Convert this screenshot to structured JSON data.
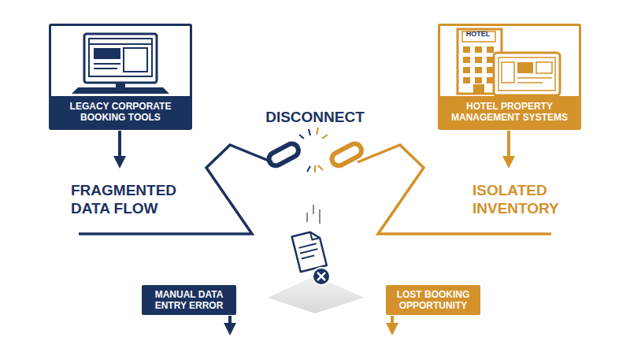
{
  "diagram": {
    "nodes": [
      {
        "text": [
          "LEGACY CORPORATE BOOKING TOOLS"
        ]
      },
      {
        "text": [
          "HOTEL PROPERTY MANAGEMENT SYSTEMS"
        ]
      },
      {
        "text": [
          "MANUAL DATA ENTRY ERROR"
        ]
      },
      {
        "text": [
          "LOST BOOKING OPPORTUNITY"
        ]
      }
    ],
    "labels": [
      "HOTEL",
      "DISCONNECT",
      "FRAGMENTED DATA FLOW",
      "ISOLATED INVENTORY"
    ]
  }
}
